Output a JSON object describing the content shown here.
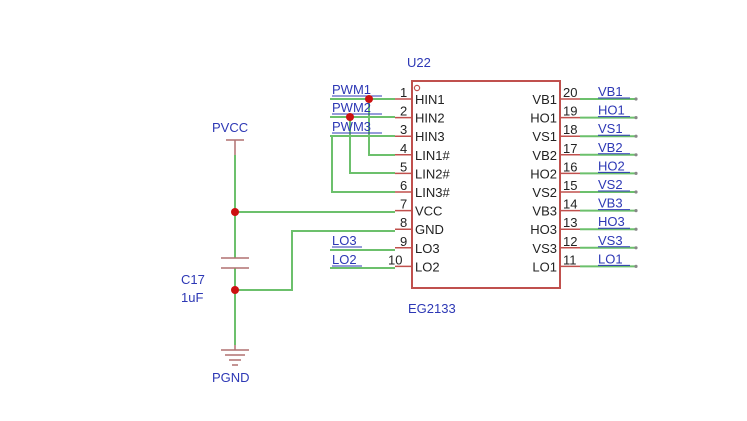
{
  "ic": {
    "ref": "U22",
    "part": "EG2133",
    "left_pins": [
      {
        "num": "1",
        "name": "HIN1"
      },
      {
        "num": "2",
        "name": "HIN2"
      },
      {
        "num": "3",
        "name": "HIN3"
      },
      {
        "num": "4",
        "name": "LIN1#"
      },
      {
        "num": "5",
        "name": "LIN2#"
      },
      {
        "num": "6",
        "name": "LIN3#"
      },
      {
        "num": "7",
        "name": "VCC"
      },
      {
        "num": "8",
        "name": "GND"
      },
      {
        "num": "9",
        "name": "LO3"
      },
      {
        "num": "10",
        "name": "LO2"
      }
    ],
    "right_pins": [
      {
        "num": "20",
        "name": "VB1"
      },
      {
        "num": "19",
        "name": "HO1"
      },
      {
        "num": "18",
        "name": "VS1"
      },
      {
        "num": "17",
        "name": "VB2"
      },
      {
        "num": "16",
        "name": "HO2"
      },
      {
        "num": "15",
        "name": "VS2"
      },
      {
        "num": "14",
        "name": "VB3"
      },
      {
        "num": "13",
        "name": "HO3"
      },
      {
        "num": "12",
        "name": "VS3"
      },
      {
        "num": "11",
        "name": "LO1"
      }
    ]
  },
  "left_nets": [
    "PWM1",
    "PWM2",
    "PWM3"
  ],
  "left_low_nets": [
    "LO3",
    "LO2"
  ],
  "right_nets": [
    "VB1",
    "HO1",
    "VS1",
    "VB2",
    "HO2",
    "VS2",
    "VB3",
    "HO3",
    "VS3",
    "LO1"
  ],
  "power": {
    "top": "PVCC",
    "bottom": "PGND"
  },
  "capacitor": {
    "ref": "C17",
    "value": "1uF"
  }
}
